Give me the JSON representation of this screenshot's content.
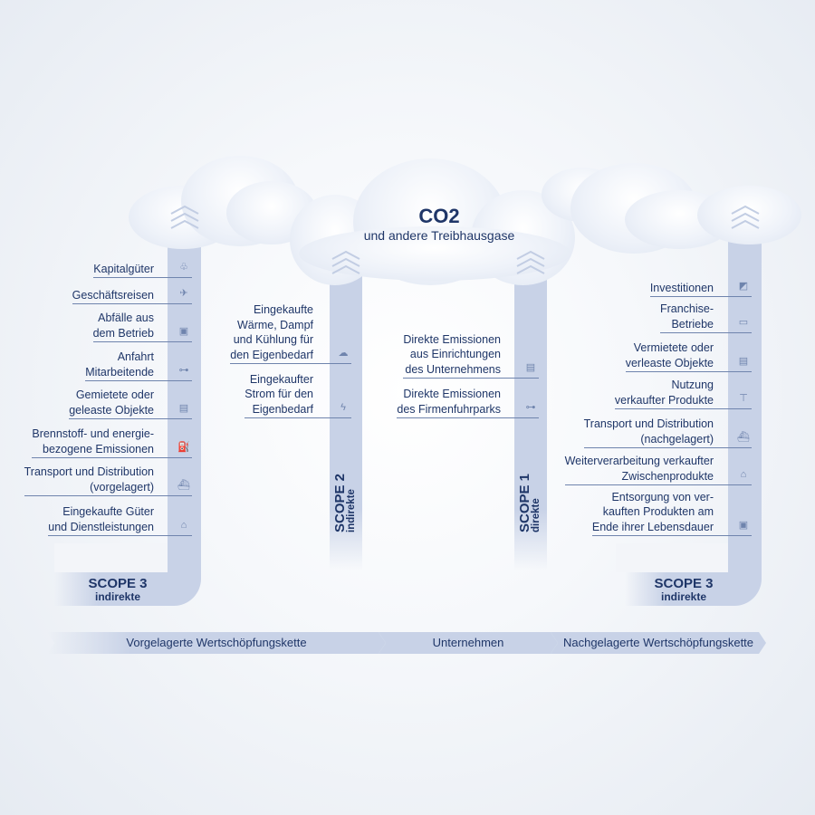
{
  "header": {
    "title": "CO2",
    "subtitle": "und andere Treibhausgase"
  },
  "scope3_left": {
    "label": "SCOPE 3",
    "sub": "indirekte",
    "items": [
      {
        "text": "Kapitalgüter",
        "icon": "crane-icon"
      },
      {
        "text": "Geschäftsreisen",
        "icon": "plane-icon"
      },
      {
        "text": "Abfälle aus\ndem Betrieb",
        "icon": "trash-icon"
      },
      {
        "text": "Anfahrt\nMitarbeitende",
        "icon": "car-icon"
      },
      {
        "text": "Gemietete oder\ngeleaste Objekte",
        "icon": "building-icon"
      },
      {
        "text": "Brennstoff- und energie-\nbezogene Emissionen",
        "icon": "fuel-icon"
      },
      {
        "text": "Transport und Distribution\n(vorgelagert)",
        "icon": "ship-icon"
      },
      {
        "text": "Eingekaufte Güter\nund Dienstleistungen",
        "icon": "factory-icon"
      }
    ]
  },
  "scope2": {
    "label": "SCOPE 2",
    "sub": "indirekte",
    "items": [
      {
        "text": "Eingekaufte\nWärme, Dampf\nund Kühlung für\nden Eigenbedarf",
        "icon": "steam-icon"
      },
      {
        "text": "Eingekaufter\nStrom für den\nEigenbedarf",
        "icon": "lightning-icon"
      }
    ]
  },
  "scope1": {
    "label": "SCOPE 1",
    "sub": "direkte",
    "items": [
      {
        "text": "Direkte Emissionen\naus Einrichtungen\ndes Unternehmens",
        "icon": "building-icon"
      },
      {
        "text": "Direkte Emissionen\ndes Firmenfuhrparks",
        "icon": "car-icon"
      }
    ]
  },
  "scope3_right": {
    "label": "SCOPE 3",
    "sub": "indirekte",
    "items": [
      {
        "text": "Investitionen",
        "icon": "chart-icon"
      },
      {
        "text": "Franchise-\nBetriebe",
        "icon": "store-icon"
      },
      {
        "text": "Vermietete oder\nverleaste Objekte",
        "icon": "building-icon"
      },
      {
        "text": "Nutzung\nverkaufter Produkte",
        "icon": "shirt-icon"
      },
      {
        "text": "Transport und Distribution\n(nachgelagert)",
        "icon": "ship-icon"
      },
      {
        "text": "Weiterverarbeitung verkaufter\nZwischenprodukte",
        "icon": "factory-icon"
      },
      {
        "text": "Entsorgung von ver-\nkauften Produkten am\nEnde ihrer Lebensdauer",
        "icon": "trash-icon"
      }
    ]
  },
  "value_chain": [
    "Vorgelagerte Wertschöpfungskette",
    "Unternehmen",
    "Nachgelagerte Wertschöpfungskette"
  ],
  "colors": {
    "text": "#1f3668",
    "pillar": "#c8d2e7",
    "line": "#6f84ad"
  }
}
